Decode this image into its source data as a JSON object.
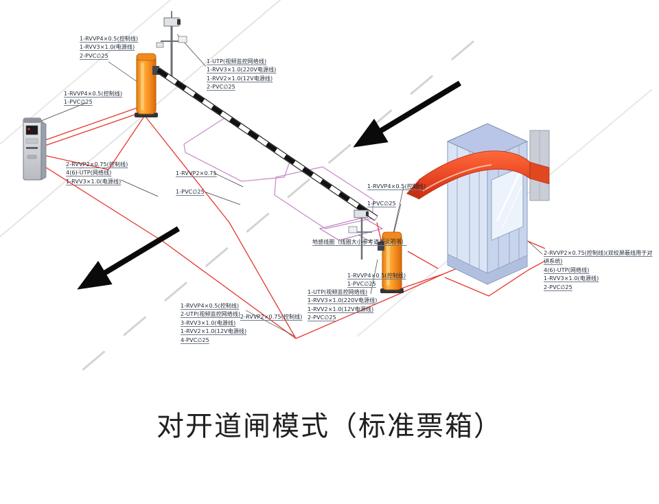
{
  "title": "对开道闸模式（标准票箱）",
  "colors": {
    "cable_red": "#e8352c",
    "barrier_orange": "#f5860f",
    "ribbon_red": "#e2441f",
    "booth_blue": "#dbe4f5",
    "island_purple": "#c98fc9"
  },
  "labels": {
    "barrier1_cables": "1-RVVP4×0.5(控制线)\n1-RVV3×1.0(电源线)\n2-PVC∅25",
    "ticket_machine_cables": "1-RVVP4×0.5(控制线)\n1-PVC∅25",
    "camera1_cables": "1-UTP(视频监控网络线)\n1-RVV3×1.0(220V电源线)\n1-RVV2×1.0(12V电源线)\n2-PVC∅25",
    "island_cables": "2-RVVP2×0.75(控制线)\n4(6)-UTP(网络线)\n1-RVV3×1.0(电源线)",
    "coil_feed_line1": "1-RVVP2×0.75",
    "coil_feed_line2": "1-PVC∅25",
    "barrier2_cables_line1": "1-RVVP4×0.5(控制线)",
    "barrier2_cables_line2": "1-PVC∅25",
    "coil_note": "地感线圈（线圈大小参考道闸说明书）",
    "barrier2_base_cables": "1-RVVP4×0.5(控制线)\n1-PVC∅25",
    "camera2_cables": "1-UTP(视频监控网络线)\n1-RVV3×1.0(220V电源线)\n1-RVV2×1.0(12V电源线)\n2-PVC∅25",
    "trench_cables": "1-RVVP4×0.5(控制线)\n2-UTP(视频监控网络线)\n3-RVV3×1.0(电源线)\n1-RVV2×1.0(12V电源线)\n4-PVC∅25",
    "trench_cables_extra": "2-RVVP2×0.75(控制线)",
    "booth_cables": "2-RVVP2×0.75(控制线)(双绞屏蔽线用于对讲系统)\n4(6)-UTP(网络线)\n1-RVV3×1.0(电源线)\n2-PVC∅25"
  }
}
